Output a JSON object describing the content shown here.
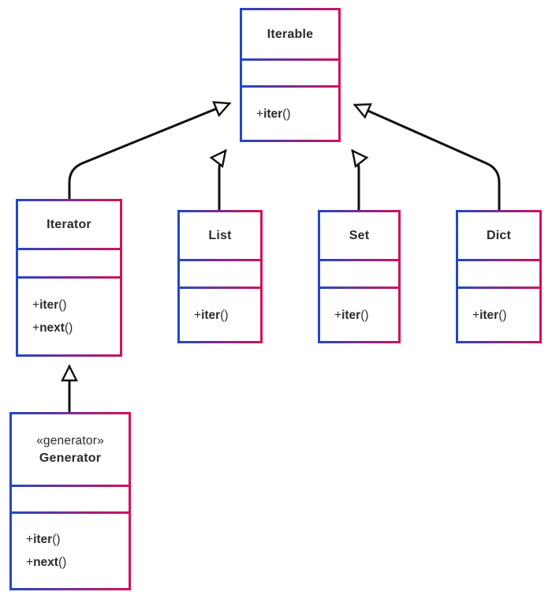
{
  "diagram": {
    "type": "uml-class-diagram",
    "background": "#ffffff",
    "colors": {
      "gradient_start": "#2148c8",
      "gradient_end": "#d31159",
      "arrow": "#111111",
      "text": "#2b2b2b"
    },
    "classes": {
      "iterable": {
        "name": "Iterable",
        "methods": [
          {
            "prefix": "+",
            "name": "iter",
            "suffix": "()"
          }
        ]
      },
      "iterator": {
        "name": "Iterator",
        "methods": [
          {
            "prefix": "+",
            "name": "iter",
            "suffix": "()"
          },
          {
            "prefix": "+",
            "name": "next",
            "suffix": "()"
          }
        ]
      },
      "list": {
        "name": "List",
        "methods": [
          {
            "prefix": "+",
            "name": "iter",
            "suffix": "()"
          }
        ]
      },
      "set": {
        "name": "Set",
        "methods": [
          {
            "prefix": "+",
            "name": "iter",
            "suffix": "()"
          }
        ]
      },
      "dict": {
        "name": "Dict",
        "methods": [
          {
            "prefix": "+",
            "name": "iter",
            "suffix": "()"
          }
        ]
      },
      "generator": {
        "stereotype": "«generator»",
        "name": "Generator",
        "methods": [
          {
            "prefix": "+",
            "name": "iter",
            "suffix": "()"
          },
          {
            "prefix": "+",
            "name": "next",
            "suffix": "()"
          }
        ]
      }
    },
    "relations": [
      {
        "from": "Iterator",
        "to": "Iterable",
        "type": "generalization"
      },
      {
        "from": "List",
        "to": "Iterable",
        "type": "generalization"
      },
      {
        "from": "Set",
        "to": "Iterable",
        "type": "generalization"
      },
      {
        "from": "Dict",
        "to": "Iterable",
        "type": "generalization"
      },
      {
        "from": "Generator",
        "to": "Iterator",
        "type": "generalization"
      }
    ]
  }
}
